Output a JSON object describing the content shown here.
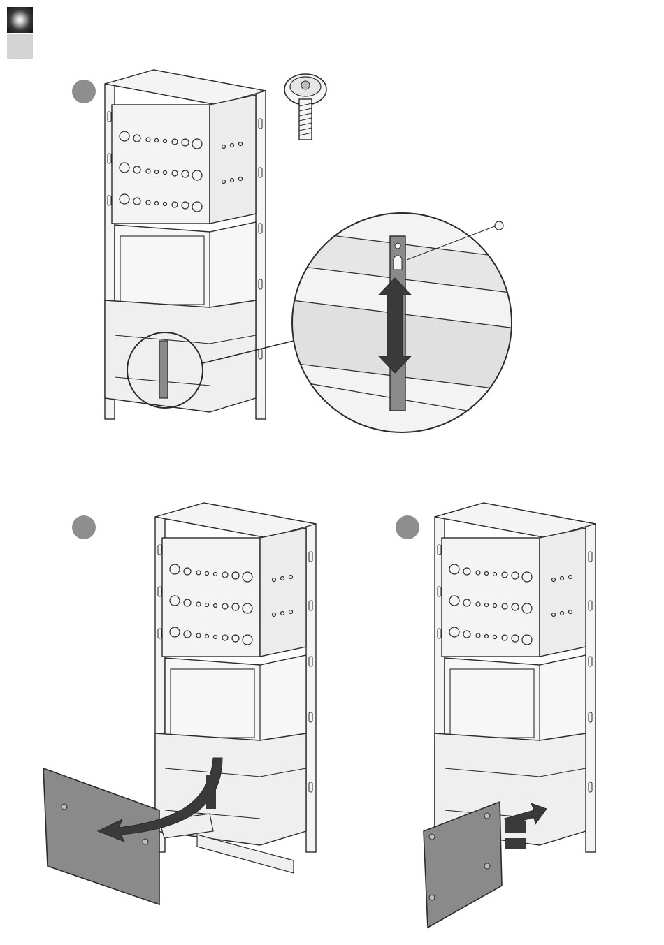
{
  "page": {
    "corner_marks": [
      "dark-gradient-square",
      "light-gray-square"
    ]
  },
  "steps": [
    {
      "badge_color": "#8e8e8e",
      "illustration": "fireplace-frame-with-adjustable-bracket-detail"
    },
    {
      "badge_color": "#8e8e8e",
      "illustration": "fireplace-frame-remove-front-panel"
    },
    {
      "badge_color": "#8e8e8e",
      "illustration": "fireplace-frame-insert-front-panel"
    }
  ],
  "colors": {
    "line": "#2b2b2b",
    "panel_fill": "#8a8a8a",
    "arrow_fill": "#3a3a3a",
    "frame_fill": "#f4f4f4"
  }
}
